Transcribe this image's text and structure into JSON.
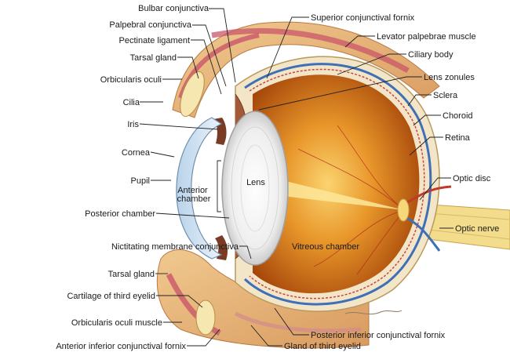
{
  "labels": {
    "bulbar_conjunctiva": "Bulbar conjunctiva",
    "palpebral_conjunctiva": "Palpebral conjunctiva",
    "pectinate_ligament": "Pectinate ligament",
    "tarsal_gland_upper": "Tarsal gland",
    "orbicularis_oculi": "Orbicularis oculi",
    "cilia": "Cilia",
    "iris": "Iris",
    "cornea": "Cornea",
    "pupil": "Pupil",
    "anterior_chamber": "Anterior chamber",
    "posterior_chamber": "Posterior chamber",
    "nictitating": "Nictitating membrane conjunctiva",
    "tarsal_gland_lower": "Tarsal gland",
    "cartilage_third_eyelid": "Cartilage of third eyelid",
    "orbicularis_oculi_muscle": "Orbicularis oculi muscle",
    "anterior_inferior_fornix": "Anterior inferior conjunctival fornix",
    "superior_fornix": "Superior conjunctival fornix",
    "levator": "Levator palpebrae muscle",
    "ciliary_body": "Ciliary body",
    "lens_zonules": "Lens zonules",
    "sclera": "Sclera",
    "choroid": "Choroid",
    "retina": "Retina",
    "optic_disc": "Optic disc",
    "optic_nerve": "Optic nerve",
    "posterior_inferior_fornix": "Posterior inferior conjunctival fornix",
    "gland_third_eyelid": "Gland of third eyelid",
    "lens": "Lens",
    "vitreous": "Vitreous chamber"
  },
  "colors": {
    "sclera": "#f3e6c8",
    "choroid_blue": "#3f6fb6",
    "vitreous_dark": "#b8500c",
    "vitreous_light": "#f6c35a",
    "eyelid": "#e6b07a",
    "muscle": "#c9566a",
    "cornea": "#cfe0ef",
    "lens": "#ececec"
  }
}
